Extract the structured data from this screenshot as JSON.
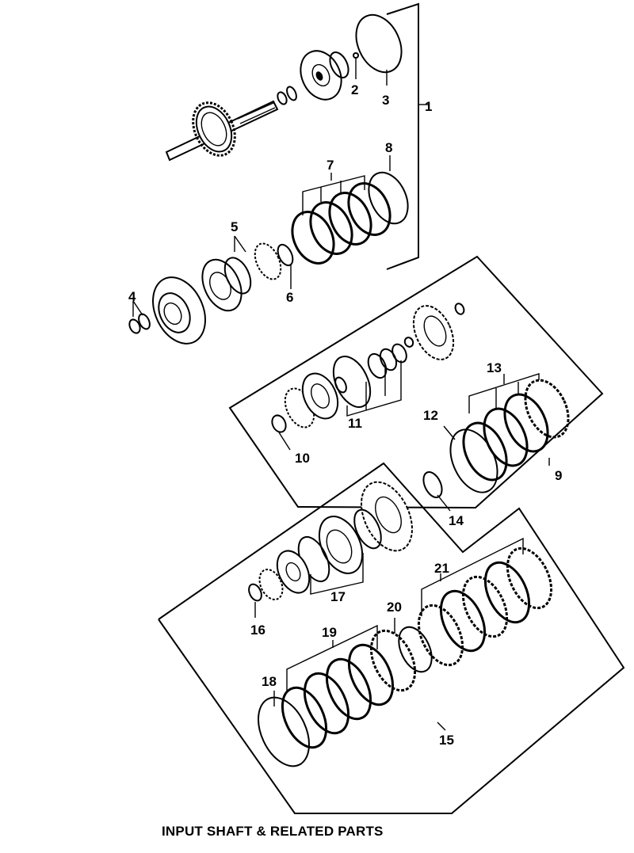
{
  "diagram": {
    "caption": "INPUT SHAFT & RELATED PARTS",
    "callouts": [
      "1",
      "2",
      "3",
      "4",
      "5",
      "6",
      "7",
      "8",
      "9",
      "10",
      "11",
      "12",
      "13",
      "14",
      "15",
      "16",
      "17",
      "18",
      "19",
      "20",
      "21"
    ],
    "colors": {
      "ink": "#000000",
      "paper": "#ffffff"
    }
  }
}
